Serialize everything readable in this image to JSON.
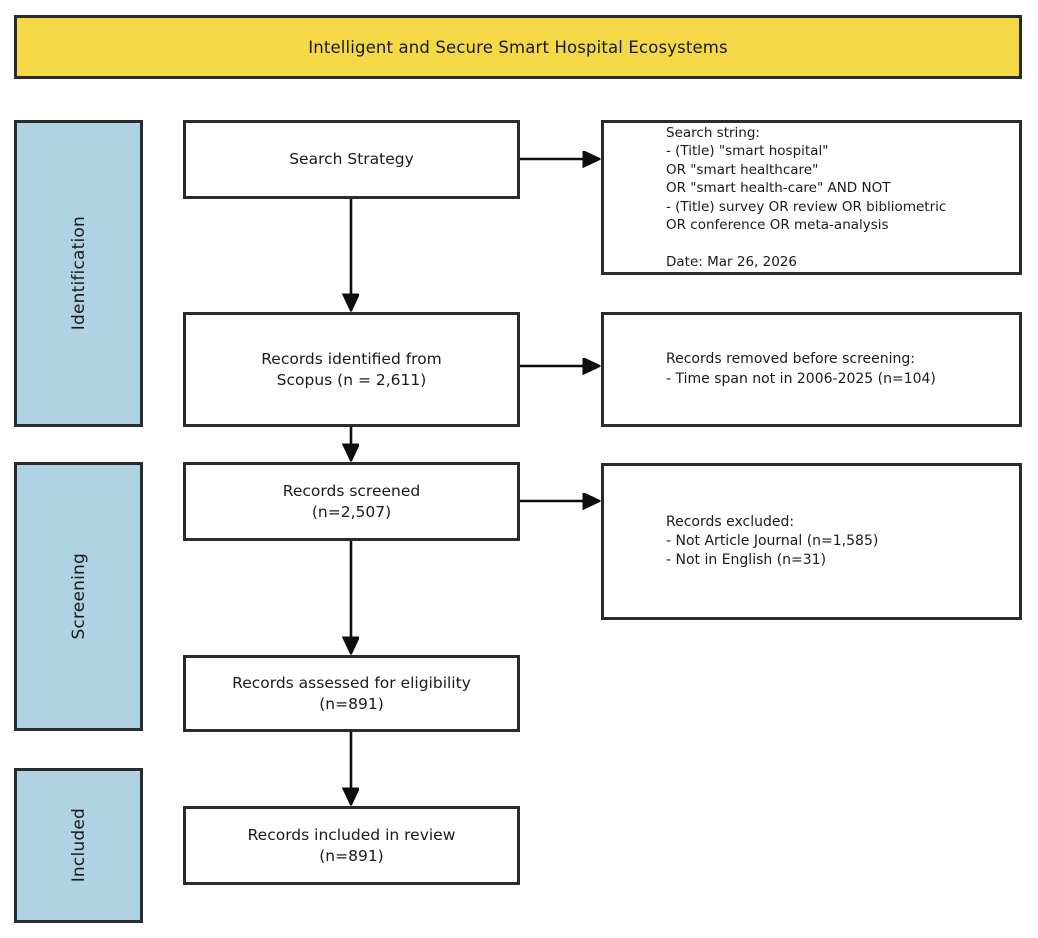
{
  "banner": {
    "title": "Intelligent and Secure Smart Hospital Ecosystems",
    "color": "#F4D845"
  },
  "stages": {
    "color": "#AFD3E2",
    "items": [
      {
        "label": "Identification"
      },
      {
        "label": "Screening"
      },
      {
        "label": "Included"
      }
    ]
  },
  "flow": {
    "search_strategy": "Search Strategy",
    "records_identified": "Records identified from\nScopus (n = 2,611)",
    "records_screened": "Records screened\n(n=2,507)",
    "records_eligible": "Records assessed for eligibility\n(n=891)",
    "records_included": "Records included in review\n(n=891)"
  },
  "details": {
    "search_string": "Search string:\n- (Title) \"smart hospital\"\n   OR \"smart healthcare\"\n   OR \"smart health-care\" AND NOT\n- (Title) survey OR review OR bibliometric\n   OR conference OR meta-analysis\n\nDate: Mar 26, 2026",
    "records_removed": "Records removed before screening:\n- Time span not in 2006-2025 (n=104)",
    "records_excluded": "Records excluded:\n- Not Article Journal (n=1,585)\n- Not in English (n=31)"
  },
  "counts": {
    "identified": "2,611",
    "removed_time_span": "104",
    "screened": "2,507",
    "excluded_not_article_journal": "1,585",
    "excluded_not_english": "31",
    "assessed_eligibility": "891",
    "included": "891"
  },
  "search_date": "Mar 26, 2026"
}
